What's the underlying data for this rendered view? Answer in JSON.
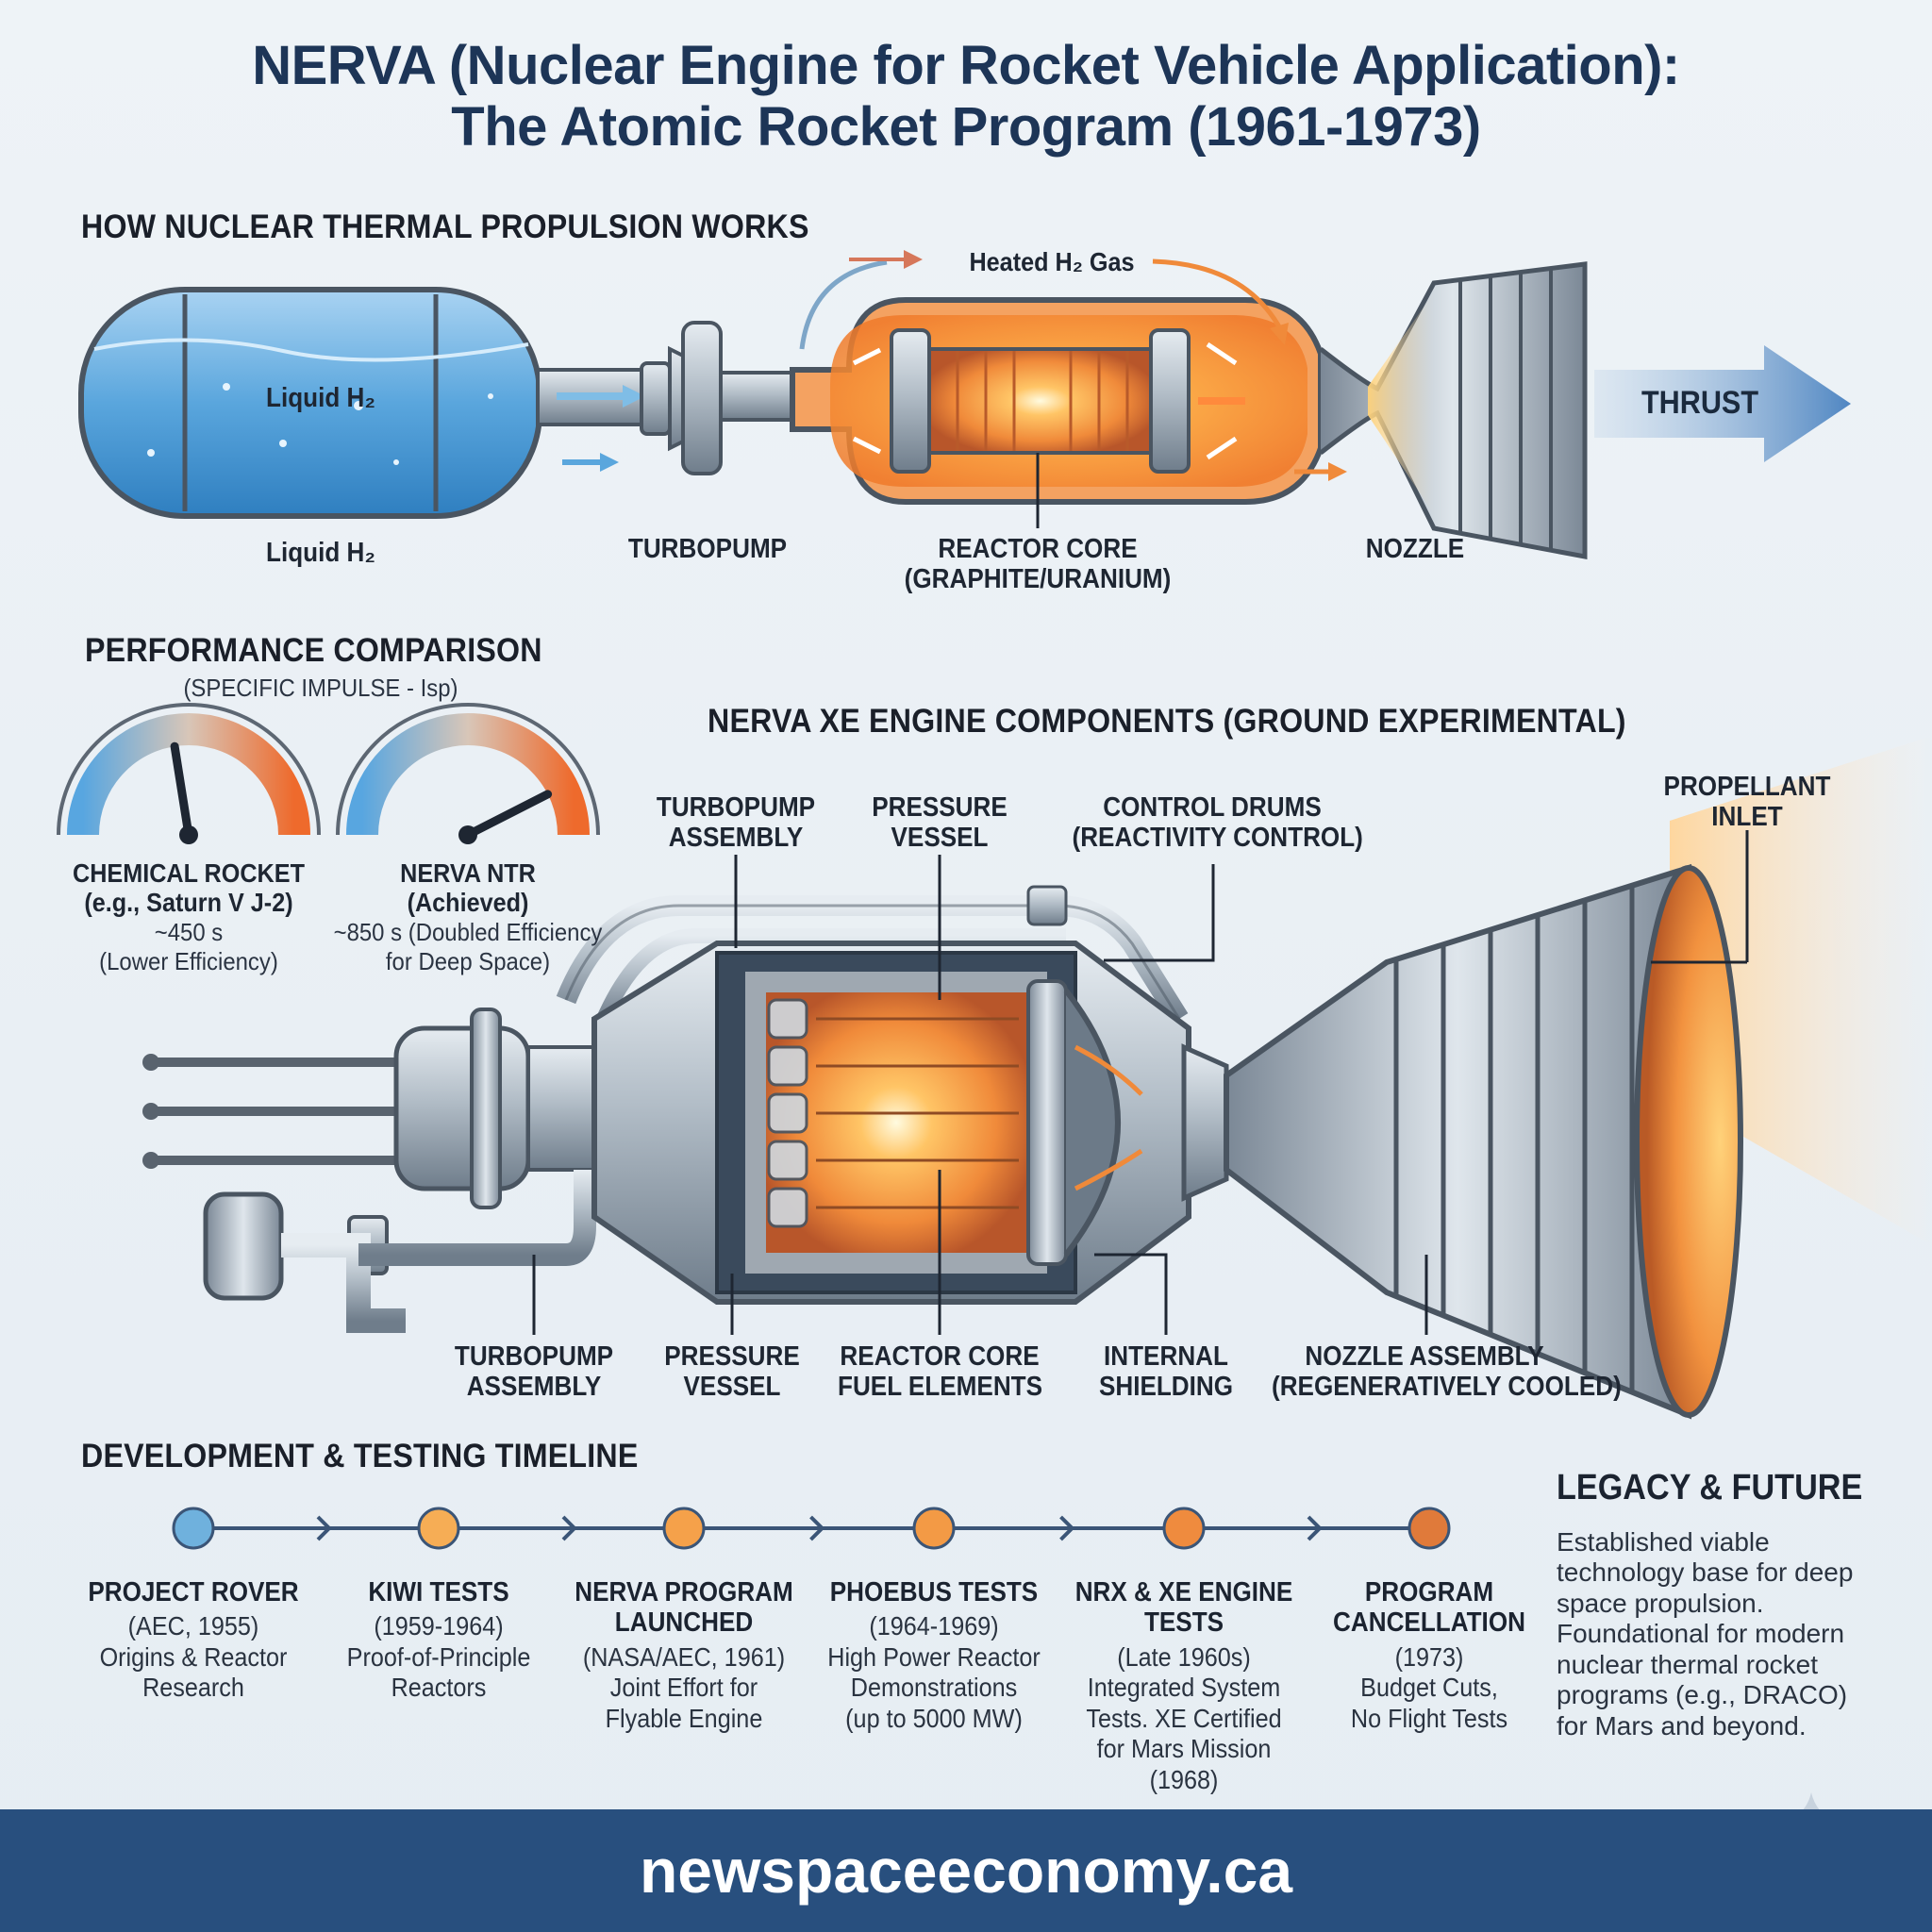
{
  "title": {
    "line1": "NERVA (Nuclear Engine for Rocket Vehicle Application):",
    "line2": "The Atomic Rocket Program (1961-1973)"
  },
  "how_it_works": {
    "heading": "HOW NUCLEAR THERMAL PROPULSION WORKS",
    "heated_gas": "Heated H₂ Gas",
    "tank_inner": "Liquid H₂",
    "tank_below": "Liquid H₂",
    "turbopump": "TURBOPUMP",
    "reactor_core_1": "REACTOR CORE",
    "reactor_core_2": "(GRAPHITE/URANIUM)",
    "nozzle": "NOZZLE",
    "thrust": "THRUST"
  },
  "performance": {
    "heading": "PERFORMANCE COMPARISON",
    "subheading": "(SPECIFIC IMPULSE - Isp)",
    "gauges": [
      {
        "name_1": "CHEMICAL ROCKET",
        "name_2": "(e.g., Saturn V J-2)",
        "value_text": "~450 s",
        "note": "(Lower Efficiency)",
        "isp": 450
      },
      {
        "name_1": "NERVA NTR",
        "name_2": "(Achieved)",
        "value_text": "~850 s (Doubled Efficiency",
        "note": "for Deep Space)",
        "isp": 850
      }
    ]
  },
  "components": {
    "heading": "NERVA XE ENGINE COMPONENTS (GROUND EXPERIMENTAL)",
    "top": {
      "turbopump_1": "TURBOPUMP",
      "turbopump_2": "ASSEMBLY",
      "vessel_1": "PRESSURE",
      "vessel_2": "VESSEL",
      "drums_1": "CONTROL DRUMS",
      "drums_2": "(REACTIVITY CONTROL)",
      "inlet_1": "PROPELLANT",
      "inlet_2": "INLET"
    },
    "bottom": {
      "turbopump_1": "TURBOPUMP",
      "turbopump_2": "ASSEMBLY",
      "vessel_1": "PRESSURE",
      "vessel_2": "VESSEL",
      "core_1": "REACTOR CORE",
      "core_2": "FUEL ELEMENTS",
      "shield_1": "INTERNAL",
      "shield_2": "SHIELDING",
      "nozzle_1": "NOZZLE ASSEMBLY",
      "nozzle_2": "(REGENERATIVELY COOLED)"
    }
  },
  "timeline": {
    "heading": "DEVELOPMENT & TESTING TIMELINE",
    "colors": [
      "#6fb1dd",
      "#f6ad55",
      "#f5a14a",
      "#f39a45",
      "#ef8b3e",
      "#e07a3a"
    ],
    "events": [
      {
        "title": "PROJECT ROVER",
        "body": "(AEC, 1955)\nOrigins & Reactor\nResearch"
      },
      {
        "title": "KIWI TESTS",
        "body": "(1959-1964)\nProof-of-Principle\nReactors"
      },
      {
        "title": "NERVA PROGRAM\nLAUNCHED",
        "body": "(NASA/AEC, 1961)\nJoint Effort for\nFlyable Engine"
      },
      {
        "title": "PHOEBUS TESTS",
        "body": "(1964-1969)\nHigh Power Reactor\nDemonstrations\n(up to 5000 MW)"
      },
      {
        "title": "NRX & XE ENGINE\nTESTS",
        "body": "(Late 1960s)\nIntegrated System\nTests. XE Certified\nfor Mars Mission\n(1968)"
      },
      {
        "title": "PROGRAM\nCANCELLATION",
        "body": "(1973)\nBudget Cuts,\nNo Flight Tests"
      }
    ]
  },
  "legacy": {
    "heading": "LEGACY & FUTURE",
    "body": "Established viable\ntechnology base for deep\nspace propulsion.\nFoundational for modern\nnuclear thermal rocket\nprograms (e.g., DRACO)\nfor Mars and beyond."
  },
  "footer": {
    "site": "newspaceeconomy.ca"
  }
}
